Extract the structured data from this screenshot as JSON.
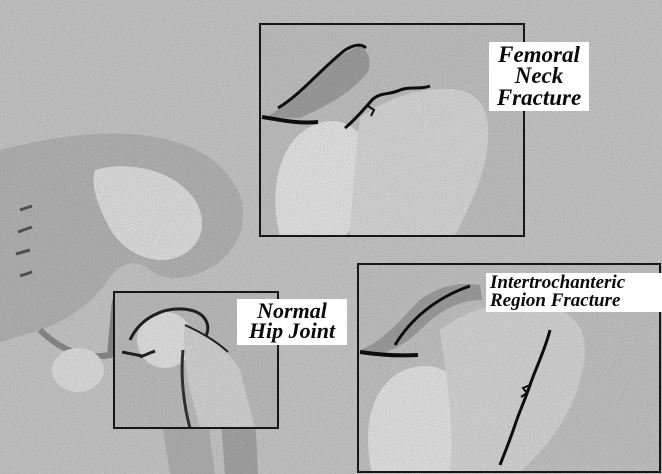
{
  "labels": {
    "femoral_neck": "Femoral\nNeck\nFracture",
    "normal_hip": "Normal\nHip Joint",
    "intertrochanteric": "Intertrochanteric\nRegion Fracture"
  },
  "colors": {
    "background": "#c8c8c8",
    "bone_light": "#dcdcdc",
    "bone_mid": "#a9a9a9",
    "outline": "#1a1a1a",
    "label_bg": "#ffffff"
  }
}
